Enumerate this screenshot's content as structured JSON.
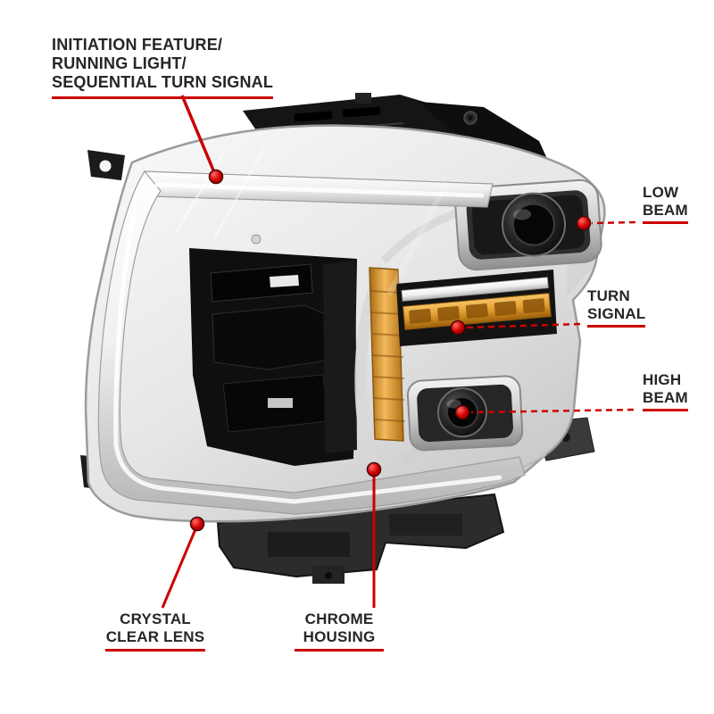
{
  "colors": {
    "accent_red": "#cc0000",
    "text": "#262626",
    "amber": "#e09a2e",
    "chrome_silver": "#d9d9d9",
    "housing_black": "#141414"
  },
  "callouts": {
    "initiation": {
      "lines": [
        "INITIATION FEATURE/",
        "RUNNING LIGHT/",
        "SEQUENTIAL TURN SIGNAL"
      ]
    },
    "low_beam": {
      "lines": [
        "LOW",
        "BEAM"
      ]
    },
    "turn_signal": {
      "lines": [
        "TURN",
        "SIGNAL"
      ]
    },
    "high_beam": {
      "lines": [
        "HIGH",
        "BEAM"
      ]
    },
    "crystal_lens": {
      "lines": [
        "CRYSTAL",
        "CLEAR LENS"
      ]
    },
    "chrome_housing": {
      "lines": [
        "CHROME",
        "HOUSING"
      ]
    }
  }
}
